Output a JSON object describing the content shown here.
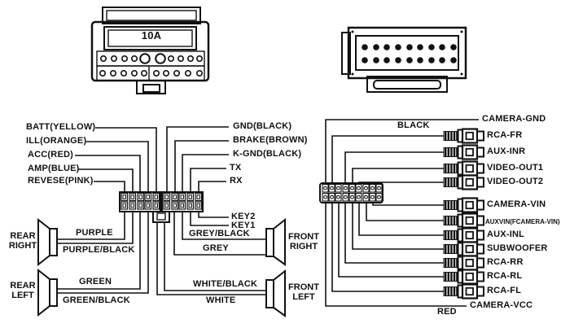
{
  "fuse_connector": {
    "rating": "10A"
  },
  "power_wires": [
    "BATT(YELLOW)",
    "ILL(ORANGE)",
    "ACC(RED)",
    "AMP(BLUE)",
    "REVESE(PINK)"
  ],
  "signal_wires": [
    "GND(BLACK)",
    "BRAKE(BROWN)",
    "K-GND(BLACK)",
    "TX",
    "RX"
  ],
  "key_wires": [
    "KEY2",
    "KEY1"
  ],
  "speakers": [
    {
      "line1": "REAR",
      "line2": "RIGHT",
      "wire_top": "PURPLE",
      "wire_bottom": "PURPLE/BLACK"
    },
    {
      "line1": "FRONT",
      "line2": "RIGHT",
      "wire_top": "GREY/BLACK",
      "wire_bottom": "GREY"
    },
    {
      "line1": "REAR",
      "line2": "LEFT",
      "wire_top": "GREEN",
      "wire_bottom": "GREEN/BLACK"
    },
    {
      "line1": "FRONT",
      "line2": "LEFT",
      "wire_top": "WHITE/BLACK",
      "wire_bottom": "WHITE"
    }
  ],
  "av": {
    "top": [
      {
        "label": "CAMERA-GND",
        "sublabel": "BLACK",
        "connector": "wire"
      },
      {
        "label": "RCA-FR",
        "connector": "rca"
      },
      {
        "label": "AUX-INR",
        "connector": "rca"
      },
      {
        "label": "VIDEO-OUT1",
        "connector": "rca"
      },
      {
        "label": "VIDEO-OUT2",
        "connector": "rca"
      }
    ],
    "bottom": [
      {
        "label": "CAMERA-VIN",
        "connector": "rca"
      },
      {
        "label": "AUXVIN(FCAMERA-VIN)",
        "connector": "rca"
      },
      {
        "label": "AUX-INL",
        "connector": "rca"
      },
      {
        "label": "SUBWOOFER",
        "connector": "rca"
      },
      {
        "label": "RCA-RR",
        "connector": "rca"
      },
      {
        "label": "RCA-RL",
        "connector": "rca"
      },
      {
        "label": "RCA-FL",
        "connector": "rca"
      },
      {
        "label": "CAMERA-VCC",
        "sublabel": "RED",
        "connector": "wire"
      }
    ]
  },
  "colors": {
    "line": "#111111",
    "background": "#ffffff"
  }
}
